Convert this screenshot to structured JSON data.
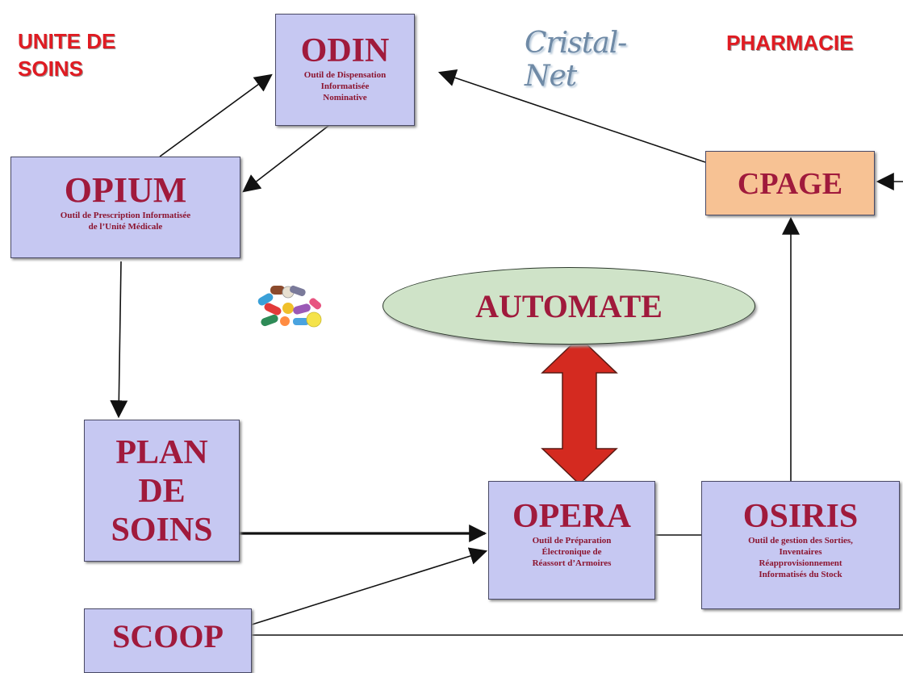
{
  "labels": {
    "left": "UNITE DE\nSOINS",
    "right": "PHARMACIE",
    "logo": "Cristal-Net"
  },
  "nodes": {
    "odin": {
      "title": "ODIN",
      "subtitle": "Outil de Dispensation\nInformatisée\nNominative"
    },
    "opium": {
      "title": "OPIUM",
      "subtitle": "Outil de Prescription Informatisée\nde l’Unité Médicale"
    },
    "cpage": {
      "title": "CPAGE"
    },
    "automate": {
      "title": "AUTOMATE"
    },
    "plan": {
      "title": "PLAN\nDE\nSOINS"
    },
    "opera": {
      "title": "OPERA",
      "subtitle": "Outil de Préparation\nÉlectronique de\nRéassort d’Armoires"
    },
    "osiris": {
      "title": "OSIRIS",
      "subtitle": "Outil de gestion des Sorties,\nInventaires\nRéapprovisionnement\nInformatisés du Stock"
    },
    "scoop": {
      "title": "SCOOP"
    }
  },
  "colors": {
    "box_fill": "#c6c8f2",
    "cpage_fill": "#f7c294",
    "ellipse_fill": "#cfe3c8",
    "title_text": "#a01a3c",
    "section_label": "#e01b22",
    "double_arrow": "#d42a20"
  },
  "icons": {
    "pills": "pills-icon"
  }
}
